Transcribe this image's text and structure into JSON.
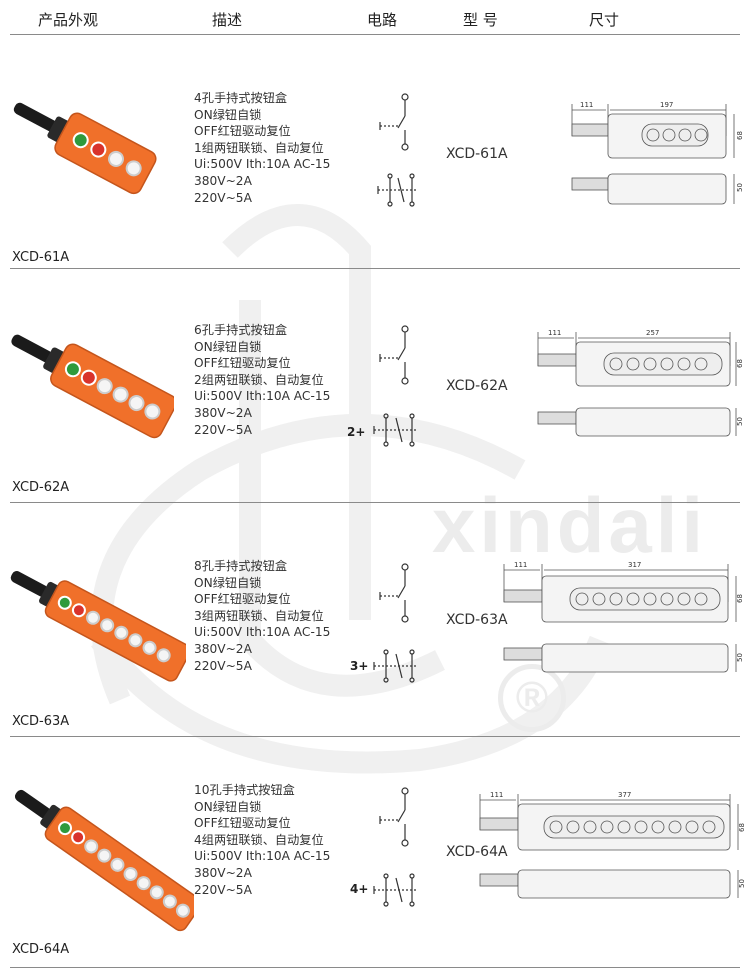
{
  "header": {
    "col_appearance": "产品外观",
    "col_description": "描述",
    "col_circuit": "电路",
    "col_model": "型 号",
    "col_dimensions": "尺寸"
  },
  "watermark": {
    "text": "xindali",
    "registered_mark": "®"
  },
  "products": [
    {
      "label": "XCD-61A",
      "model": "XCD-61A",
      "description": [
        "4孔手持式按钮盒",
        "ON绿钮自锁",
        "OFF红钮驱动复位",
        "1组两钮联锁、自动复位",
        "Ui:500V  Ith:10A  AC-15",
        "380V~2A",
        "220V~5A"
      ],
      "circuit_multiplier": "",
      "dim_cable": "111",
      "dim_length": "197",
      "dim_height_top": "68",
      "dim_height_side": "50",
      "buttons": 4
    },
    {
      "label": "XCD-62A",
      "model": "XCD-62A",
      "description": [
        "6孔手持式按钮盒",
        "ON绿钮自锁",
        "OFF红钮驱动复位",
        "2组两钮联锁、自动复位",
        "Ui:500V  Ith:10A  AC-15",
        "380V~2A",
        "220V~5A"
      ],
      "circuit_multiplier": "2+",
      "dim_cable": "111",
      "dim_length": "257",
      "dim_height_top": "68",
      "dim_height_side": "50",
      "buttons": 6
    },
    {
      "label": "XCD-63A",
      "model": "XCD-63A",
      "description": [
        "8孔手持式按钮盒",
        "ON绿钮自锁",
        "OFF红钮驱动复位",
        "3组两钮联锁、自动复位",
        "Ui:500V  Ith:10A  AC-15",
        "380V~2A",
        "220V~5A"
      ],
      "circuit_multiplier": "3+",
      "dim_cable": "111",
      "dim_length": "317",
      "dim_height_top": "68",
      "dim_height_side": "50",
      "buttons": 8
    },
    {
      "label": "XCD-64A",
      "model": "XCD-64A",
      "description": [
        "10孔手持式按钮盒",
        "ON绿钮自锁",
        "OFF红钮驱动复位",
        "4组两钮联锁、自动复位",
        "Ui:500V  Ith:10A  AC-15",
        "380V~2A",
        "220V~5A"
      ],
      "circuit_multiplier": "4+",
      "dim_cable": "111",
      "dim_length": "377",
      "dim_height_top": "68",
      "dim_height_side": "50",
      "buttons": 10
    }
  ],
  "colors": {
    "housing_orange": "#f0702a",
    "button_green": "#2f9a3c",
    "button_red": "#d9332b",
    "line_gray": "#8a8a8a"
  }
}
